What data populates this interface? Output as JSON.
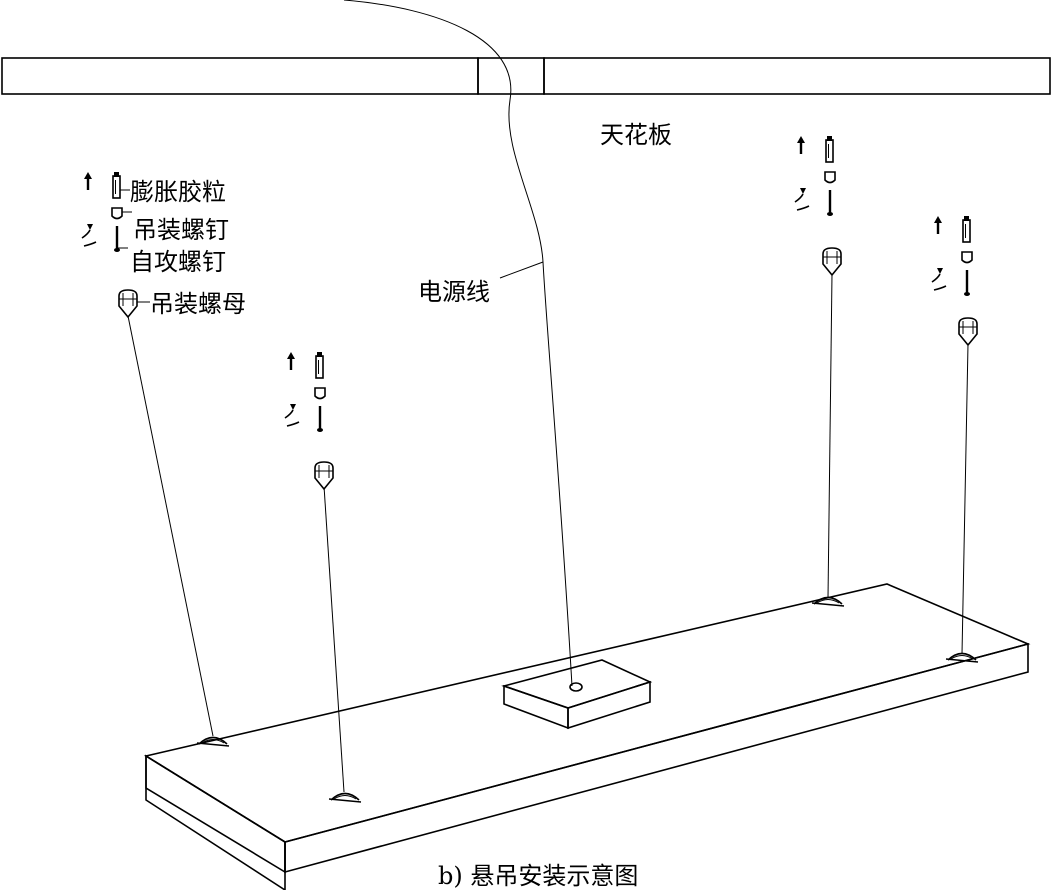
{
  "labels": {
    "ceiling": "天花板",
    "power_cord": "电源线",
    "expansion_anchor": "膨胀胶粒",
    "hanging_screw": "吊装螺钉",
    "self_tapping_screw": "自攻螺钉",
    "hanging_nut": "吊装螺母"
  },
  "caption": "b) 悬吊安装示意图"
}
